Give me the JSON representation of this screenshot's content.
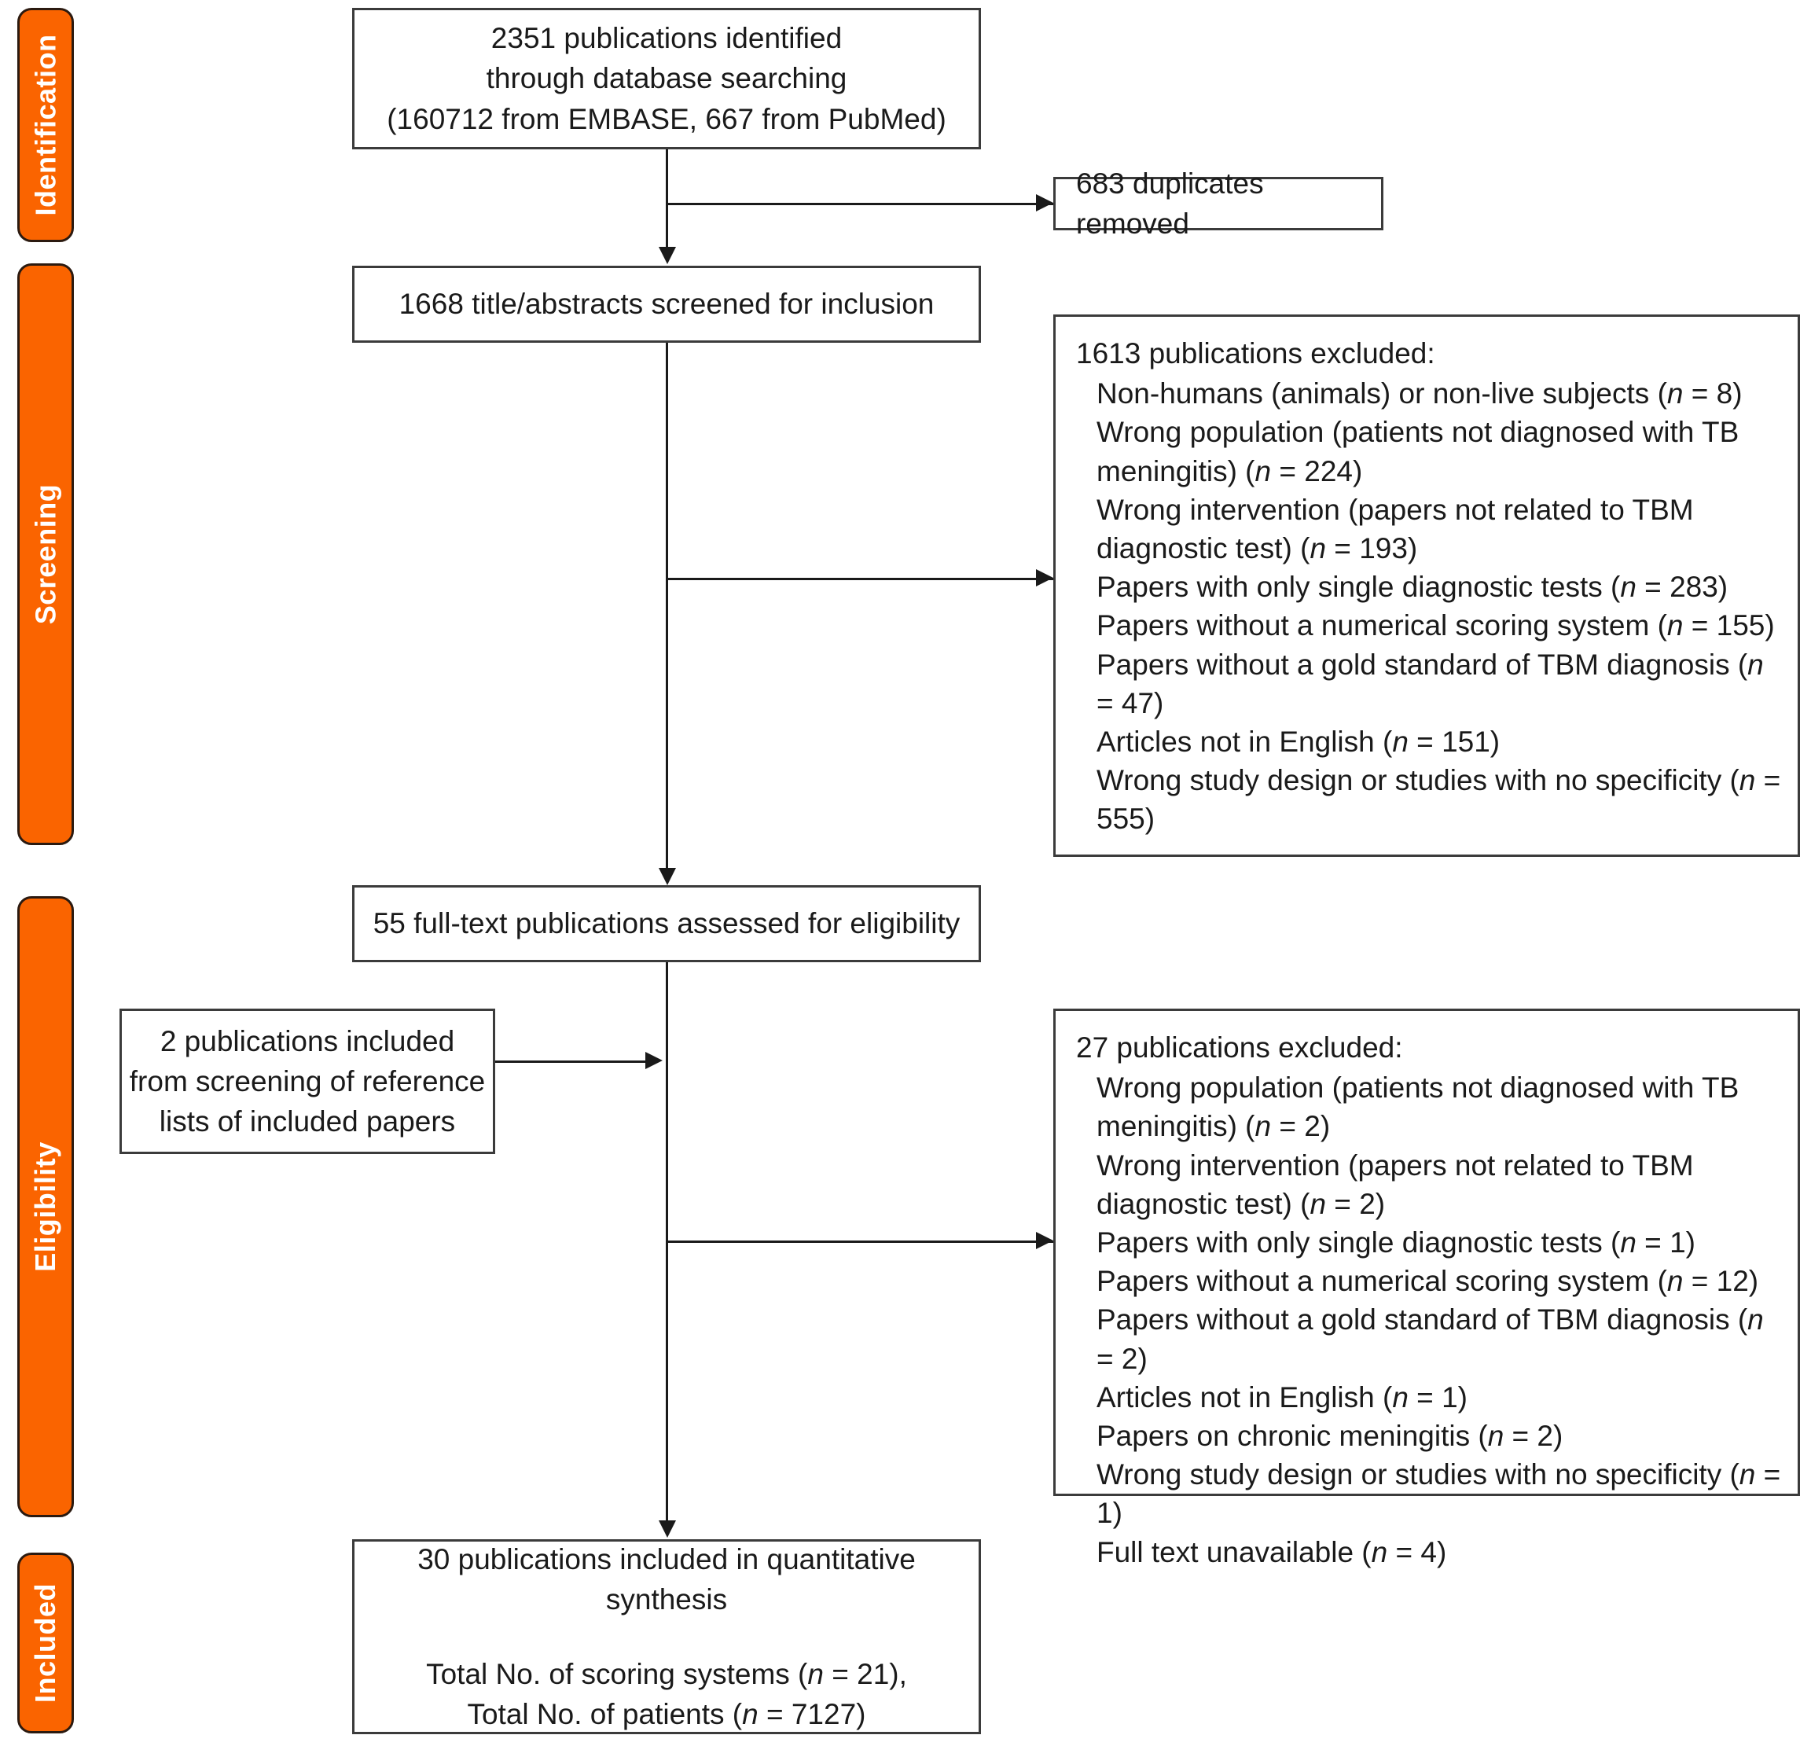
{
  "diagram": {
    "type": "prisma-flow-diagram",
    "accent_color": "#FA6400",
    "box_border_color": "#3b3b3b",
    "text_color": "#1a1a1a"
  },
  "stages": [
    {
      "id": "identification",
      "label": "Identification"
    },
    {
      "id": "screening",
      "label": "Screening"
    },
    {
      "id": "eligibility",
      "label": "Eligibility"
    },
    {
      "id": "included",
      "label": "Included"
    }
  ],
  "boxes": {
    "identified": {
      "line1": "2351 publications identified",
      "line2": "through database searching",
      "line3": "(160712 from EMBASE, 667 from PubMed)"
    },
    "duplicates": {
      "line1": "683 duplicates removed"
    },
    "screened": {
      "line1": "1668 title/abstracts screened for inclusion"
    },
    "fulltext": {
      "line1": "55 full-text publications assessed for eligibility"
    },
    "reference_lists": {
      "line1": "2 publications included",
      "line2": "from screening of reference",
      "line3": "lists of included papers"
    },
    "included": {
      "line1": "30 publications included in quantitative synthesis",
      "line2": "Total No. of scoring systems (n = 21),",
      "line3": "Total No. of patients (n = 7127)"
    }
  },
  "exclusions_screening": {
    "heading": "1613 publications excluded:",
    "items": [
      "Non-humans (animals) or non-live subjects (n = 8)",
      "Wrong population (patients not diagnosed with TB meningitis) (n = 224)",
      "Wrong intervention (papers not related to TBM diagnostic test) (n = 193)",
      "Papers with only single diagnostic tests (n = 283)",
      "Papers without a numerical scoring system (n = 155)",
      "Papers without a gold standard of TBM diagnosis (n = 47)",
      "Articles not in English (n = 151)",
      "Wrong study design or studies with no specificity (n = 555)"
    ]
  },
  "exclusions_eligibility": {
    "heading": "27 publications excluded:",
    "items": [
      "Wrong population (patients not diagnosed with TB meningitis) (n = 2)",
      "Wrong intervention (papers not related to TBM diagnostic test) (n = 2)",
      "Papers with only single diagnostic tests (n = 1)",
      "Papers without a numerical scoring system (n = 12)",
      "Papers without a gold standard of TBM diagnosis (n = 2)",
      "Articles not in English (n = 1)",
      "Papers on chronic meningitis (n = 2)",
      "Wrong study design or studies with no specificity (n = 1)",
      "Full text unavailable (n = 4)"
    ]
  }
}
